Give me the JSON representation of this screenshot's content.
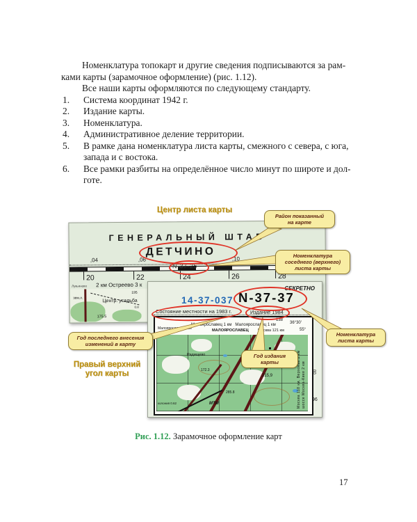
{
  "doc": {
    "intro1": "Номенклатура топокарт и другие сведения подписываются за рам-\nками карты (зарамочное оформление) (рис. 1.12).",
    "intro2": "Все наши карты оформляются по следующему стандарту.",
    "list": [
      {
        "num": "1.",
        "text": "Система координат 1942 г."
      },
      {
        "num": "2.",
        "text": "Издание карты."
      },
      {
        "num": "3.",
        "text": "Номенклатура."
      },
      {
        "num": "4.",
        "text": "Административное деление территории."
      },
      {
        "num": "5.",
        "text": "В рамке дана номенклатура листа карты, смежного с севера, с юга,\nзапада и с востока."
      },
      {
        "num": "6.",
        "text": "Все рамки разбиты на определённое число минут по широте и дол-\nготе."
      }
    ],
    "page_number": "17"
  },
  "figure": {
    "caption_label": "Рис. 1.12.",
    "caption_text": " Зарамочное оформление карт",
    "label_center": "Центр листа карты",
    "label_corner": "Правый верхний\nугол карты",
    "callout_region": "Район показанный\nна карте",
    "callout_neighbor": "Номенклатура\nсоседнего (верхнего)\nлиста карты",
    "callout_sheet": "Номенклатура\nлиста карты",
    "callout_change": "Год последнего внесения\nизменений в карту",
    "callout_issue": "Год издания\nкарты",
    "sheet_top": {
      "agency": "ГЕНЕРАЛЬНЫЙ ШТАБ",
      "title": "ДЕТЧИНО",
      "nomenclature": "N-37-25",
      "scale_marks": [
        ",04",
        ",06",
        ",10"
      ],
      "grid": [
        "20",
        "22",
        "24",
        "26",
        "28"
      ],
      "note": "2 км Остреево 3 к",
      "village": "Лукьяново",
      "zem": "зем.л.",
      "farm": "Центр. усадьба",
      "h195": "195",
      "h08": "0.8",
      "elevation": "175.5"
    },
    "sheet_bottom": {
      "secret": "СЕКРЕТНО",
      "code": "14-37-037",
      "nomenclature": "N-37-37",
      "state": "Состояние местности на 1983 г.",
      "issue": "Издание 1984",
      "n138": "138",
      "towns1": "Малоярославец 1 км   Малоярославец 1 км",
      "towns2": "МАЛОЯРОСЛАВЕЦ",
      "moscow": "Москва 121 км",
      "left_note": "Малоярославец 4 км",
      "lon": "36°30'",
      "lat": "55°",
      "village": "Радищево",
      "e1": "172.3",
      "e2": "215,9",
      "e3": "285.8",
      "mtm": "МТМ",
      "small": "колония 0.62",
      "margin1": "Москва 118 км, Верховье 2 км",
      "margin2": "шоссе Москва-Киев 2 км",
      "g00": "00",
      "g96": "96"
    },
    "colors": {
      "callout_bg": "#f8eda3",
      "ellipse_red": "#e03226",
      "label_gold": "#bf9212",
      "caption_green": "#2f9e54",
      "code_blue": "#2368b4",
      "map_green": "#8cc88f",
      "road_red": "#5c1616"
    }
  }
}
